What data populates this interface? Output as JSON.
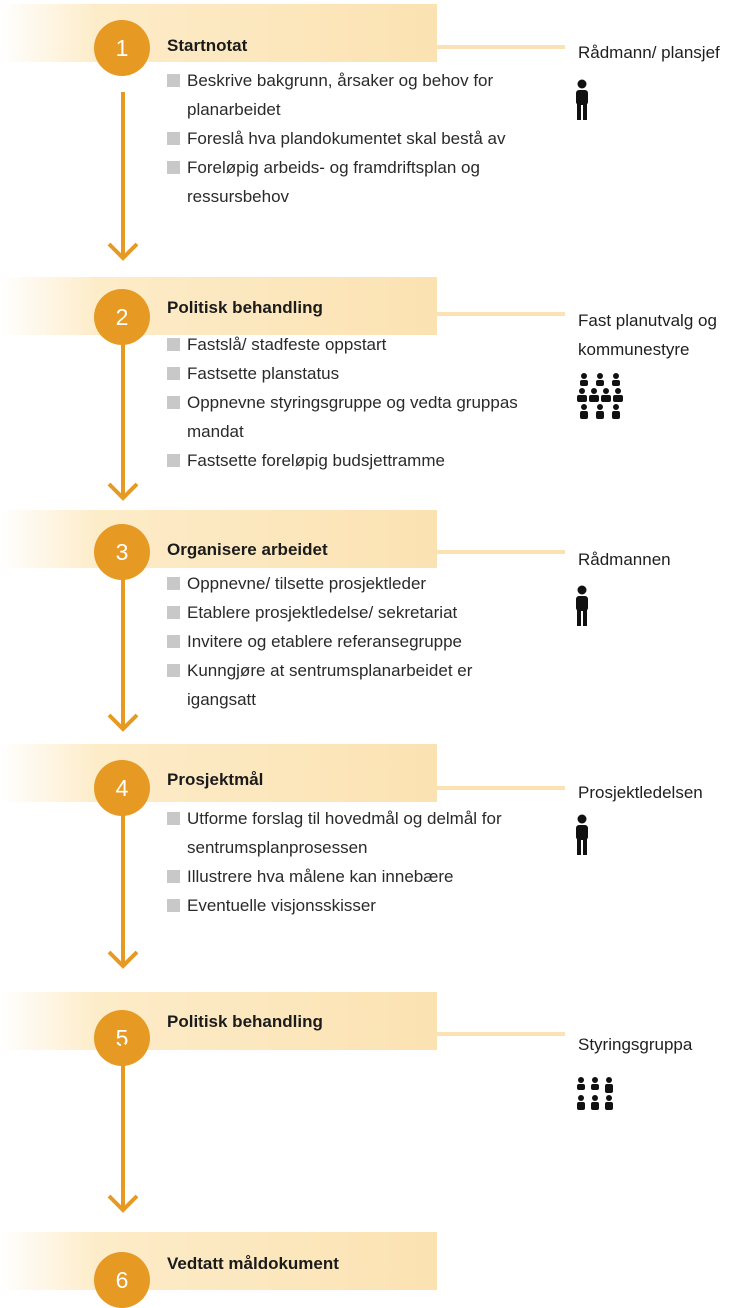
{
  "colors": {
    "accent": "#e69a23",
    "band": "#fbe2b2",
    "bullet": "#c8c8c8"
  },
  "steps": [
    {
      "number": "1",
      "title": "Startnotat",
      "items": [
        "Beskrive bakgrunn, årsaker og behov for planarbeidet",
        "Foreslå hva plandokumentet skal bestå av",
        "Foreløpig arbeids- og framdriftsplan og ressursbehov"
      ],
      "actor": "Rådmann/ plansjef",
      "actor_icon": "single-person-icon"
    },
    {
      "number": "2",
      "title": "Politisk behandling",
      "items": [
        "Fastslå/ stadfeste oppstart",
        "Fastsette planstatus",
        "Oppnevne styringsgruppe og vedta gruppas mandat",
        "Fastsette foreløpig budsjettramme"
      ],
      "actor": "Fast planutvalg og kommunestyre",
      "actor_icon": "large-group-icon"
    },
    {
      "number": "3",
      "title": "Organisere arbeidet",
      "items": [
        "Oppnevne/ tilsette prosjektleder",
        "Etablere prosjektledelse/ sekretariat",
        "Invitere og etablere referansegruppe",
        "Kunngjøre at sentrumsplanarbeidet er igangsatt"
      ],
      "actor": "Rådmannen",
      "actor_icon": "single-person-icon"
    },
    {
      "number": "4",
      "title": "Prosjektmål",
      "items": [
        "Utforme forslag til hovedmål og delmål for sentrumsplanprosessen",
        "Illustrere hva målene kan innebære",
        "Eventuelle visjonsskisser"
      ],
      "actor": "Prosjektledelsen",
      "actor_icon": "single-person-icon"
    },
    {
      "number": "5",
      "title": "Politisk behandling",
      "items": [],
      "actor": "Styringsgruppa",
      "actor_icon": "small-group-icon"
    },
    {
      "number": "6",
      "title": "Vedtatt måldokument",
      "items": [],
      "actor": "",
      "actor_icon": ""
    }
  ]
}
